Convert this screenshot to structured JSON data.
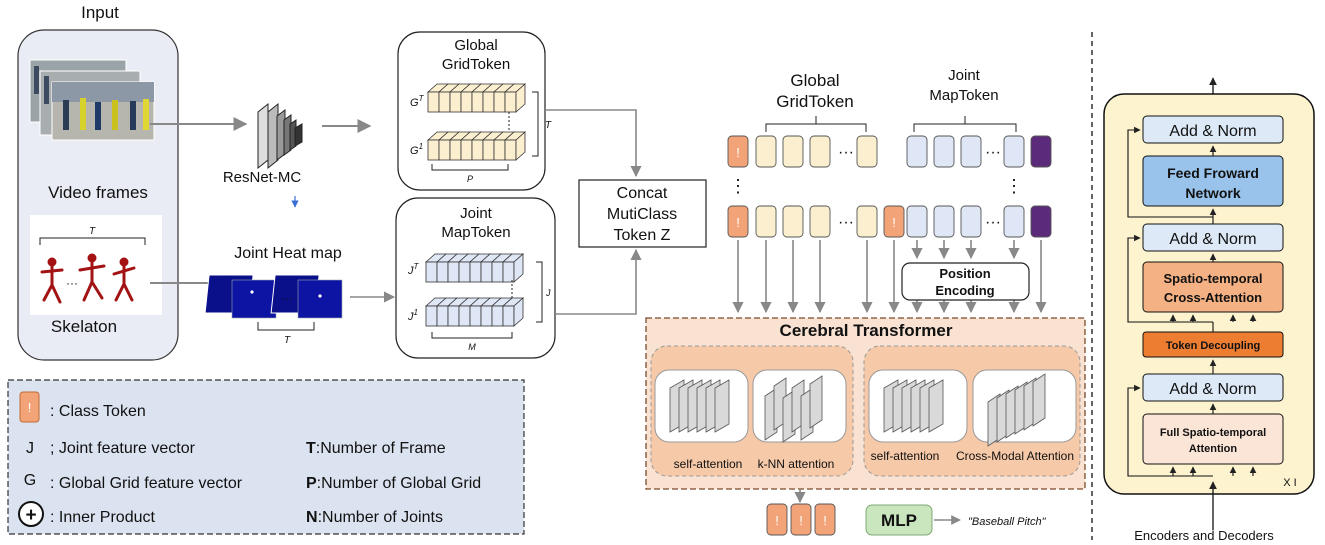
{
  "input": {
    "title": "Input",
    "video_label": "Video frames",
    "skeleton_label": "Skelaton",
    "skeleton_T": "T",
    "skeleton_ellipsis": "···"
  },
  "resnet": {
    "label": "ResNet-MC"
  },
  "heatmap": {
    "label": "Joint Heat map",
    "T": "T",
    "ellipsis": "···"
  },
  "grid_box": {
    "title_line1": "Global",
    "title_line2": "GridToken",
    "top_row": "G",
    "top_sup": "T",
    "bottom_row": "G",
    "bottom_sup": "1",
    "dim_right": "T",
    "dim_bottom": "P"
  },
  "map_box": {
    "title_line1": "Joint",
    "title_line2": "MapToken",
    "top_row": "J",
    "top_sup": "T",
    "bottom_row": "J",
    "bottom_sup": "1",
    "dim_right": "J",
    "dim_bottom": "M"
  },
  "concat": {
    "line1": "Concat",
    "line2": "MutiClass",
    "line3": "Token Z"
  },
  "sequence": {
    "global_label_line1": "Global",
    "global_label_line2": "GridToken",
    "joint_label_line1": "Joint",
    "joint_label_line2": "MapToken",
    "ellipsis": "···",
    "vdots": "⋮",
    "class_mark": "!"
  },
  "position_encoding": {
    "line1": "Position",
    "line2": "Encoding"
  },
  "cerebral": {
    "title": "Cerebral Transformer",
    "labels": [
      "self-attention",
      "k-NN attention",
      "self-attention",
      "Cross-Modal Attention"
    ]
  },
  "output": {
    "class_mark": "!",
    "mlp": "MLP",
    "result": "\"Baseball Pitch\""
  },
  "legend": {
    "items": [
      {
        "symbol": "!",
        "text": ": Class Token"
      },
      {
        "symbol": "J",
        "text": "; Joint feature vector"
      },
      {
        "symbol": "G",
        "text": ": Global Grid feature vector"
      },
      {
        "symbol": "+",
        "text": ": Inner Product"
      }
    ],
    "defs": [
      {
        "key": "T",
        "text": ":Number of Frame"
      },
      {
        "key": "P",
        "text": ":Number of Global Grid"
      },
      {
        "key": "N",
        "text": ":Number of Joints"
      }
    ]
  },
  "encoder": {
    "blocks": [
      "Add & Norm",
      "Feed Froward Network",
      "Add & Norm",
      "Spatio-temporal Cross-Attention",
      "Token Decoupling",
      "Add & Norm",
      "Full Spatio-temporal Attention"
    ],
    "repeat": "X I",
    "caption": "Encoders and Decoders"
  },
  "colors": {
    "panel_grey": "#e9ecf4",
    "legend_bg": "#dbe3f0",
    "token_orange": "#f2a478",
    "token_cream": "#fcefcf",
    "token_blue": "#dfe6f5",
    "token_purple": "#5b2a7a",
    "cerebral_bg": "#f9e2d1",
    "encoder_bg": "#fdf3cf",
    "block_blue": "#dde9f7",
    "ffn_blue": "#99c3ea",
    "cross_orange": "#f4b183",
    "decoupling_orange": "#ed7d31",
    "full_attn_bg": "#fbe5d6",
    "mlp_green": "#c9e6bf"
  }
}
